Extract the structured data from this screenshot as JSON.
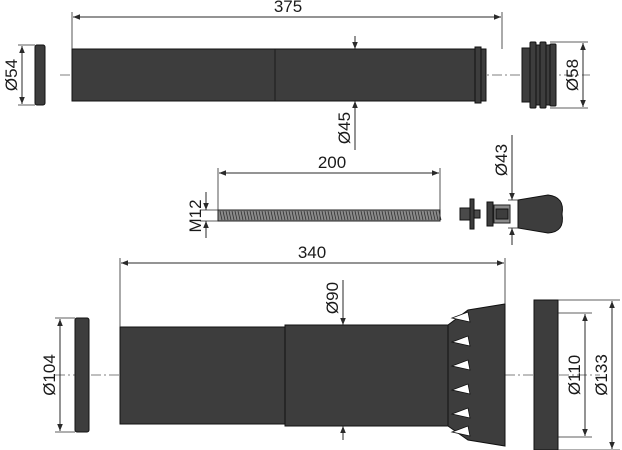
{
  "dimensions": {
    "top_pipe_length": "375",
    "top_left_ring_diameter": "Ø54",
    "top_right_seal_diameter": "Ø58",
    "top_pipe_diameter": "Ø45",
    "rod_length": "200",
    "rod_thread": "M12",
    "cap_diameter": "Ø43",
    "bottom_pipe_length": "340",
    "bottom_pipe_diameter": "Ø90",
    "bottom_left_seal_diameter": "Ø104",
    "bottom_right_inner_diameter": "Ø110",
    "bottom_right_outer_diameter": "Ø133"
  },
  "colors": {
    "part_fill": "#3d3d3d",
    "line": "#2a2a2a",
    "background": "#ffffff"
  }
}
